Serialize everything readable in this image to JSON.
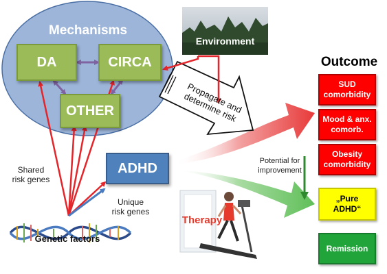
{
  "mechanisms": {
    "title": "Mechanisms",
    "boxes": {
      "da": "DA",
      "circa": "CIRCA",
      "other": "OTHER"
    }
  },
  "environment": {
    "label": "Environment"
  },
  "propagate": {
    "line1": "Propagate and",
    "line2": "determine risk"
  },
  "adhd": {
    "label": "ADHD"
  },
  "labels": {
    "shared_line1": "Shared",
    "shared_line2": "risk genes",
    "unique_line1": "Unique",
    "unique_line2": "risk genes",
    "potential_line1": "Potential for",
    "potential_line2": "improvement"
  },
  "genetic": {
    "label": "Genetic factors"
  },
  "therapy": {
    "label": "Therapy"
  },
  "outcome": {
    "title": "Outcome",
    "items": [
      {
        "line1": "SUD",
        "line2": "comorbidity"
      },
      {
        "line1": "Mood & anx.",
        "line2": "comorb."
      },
      {
        "line1": "Obesity",
        "line2": "comorbidity"
      },
      {
        "line1": "„Pure",
        "line2": "ADHD“"
      },
      {
        "line1": "Remission",
        "line2": ""
      }
    ]
  },
  "colors": {
    "mechanisms_fill": "#9db5d9",
    "mechanisms_title": "#ffffff",
    "box_green": "#9bbb59",
    "adhd_blue": "#4f81bd",
    "arrow_red": "#e3262b",
    "arrow_purple": "#8064a2",
    "arrow_blue": "#4a7ac0",
    "outcome_red": "#ff0000",
    "outcome_yellow": "#ffff00",
    "outcome_green": "#21a53b",
    "therapy_red": "#e63a2c"
  }
}
